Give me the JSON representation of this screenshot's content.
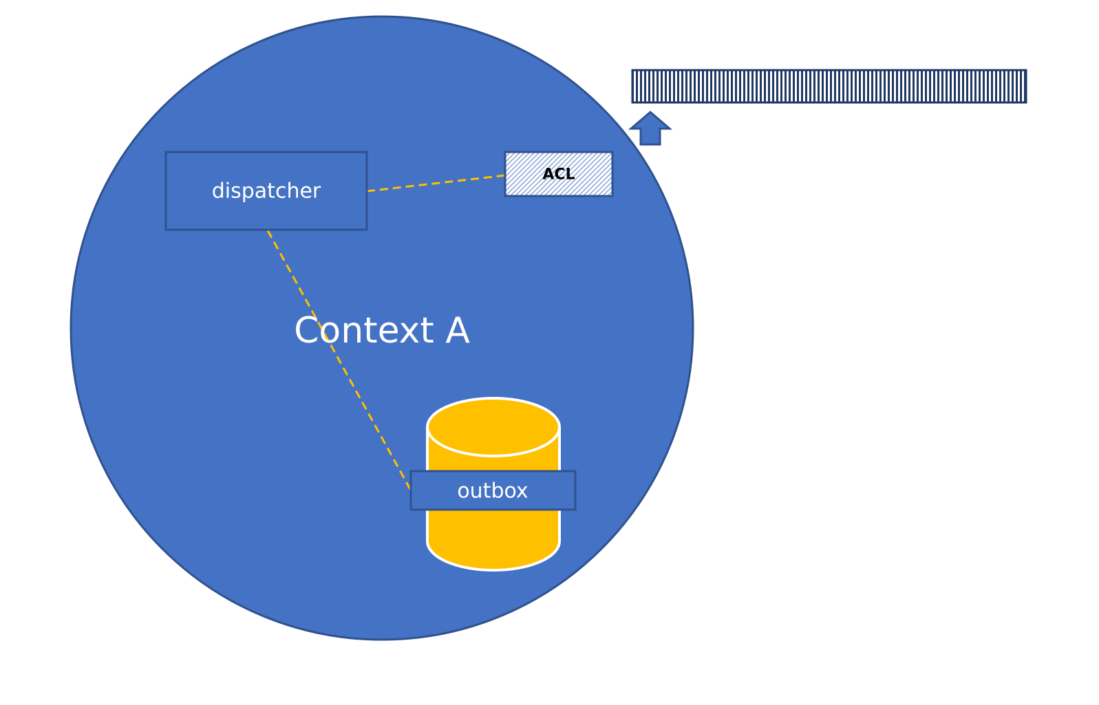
{
  "diagram": {
    "context_label": "Context A",
    "dispatcher_label": "dispatcher",
    "acl_label": "ACL",
    "outbox_label": "outbox"
  },
  "colors": {
    "context_fill": "#4472C4",
    "context_stroke": "#2F528F",
    "database_fill": "#FFC000",
    "database_stroke": "#FFFFFF",
    "connector": "#FFC000",
    "message_bus_stroke": "#1F3864",
    "acl_fill": "#DAE3F3"
  },
  "icons": {
    "up_arrow": "up-arrow-icon"
  }
}
